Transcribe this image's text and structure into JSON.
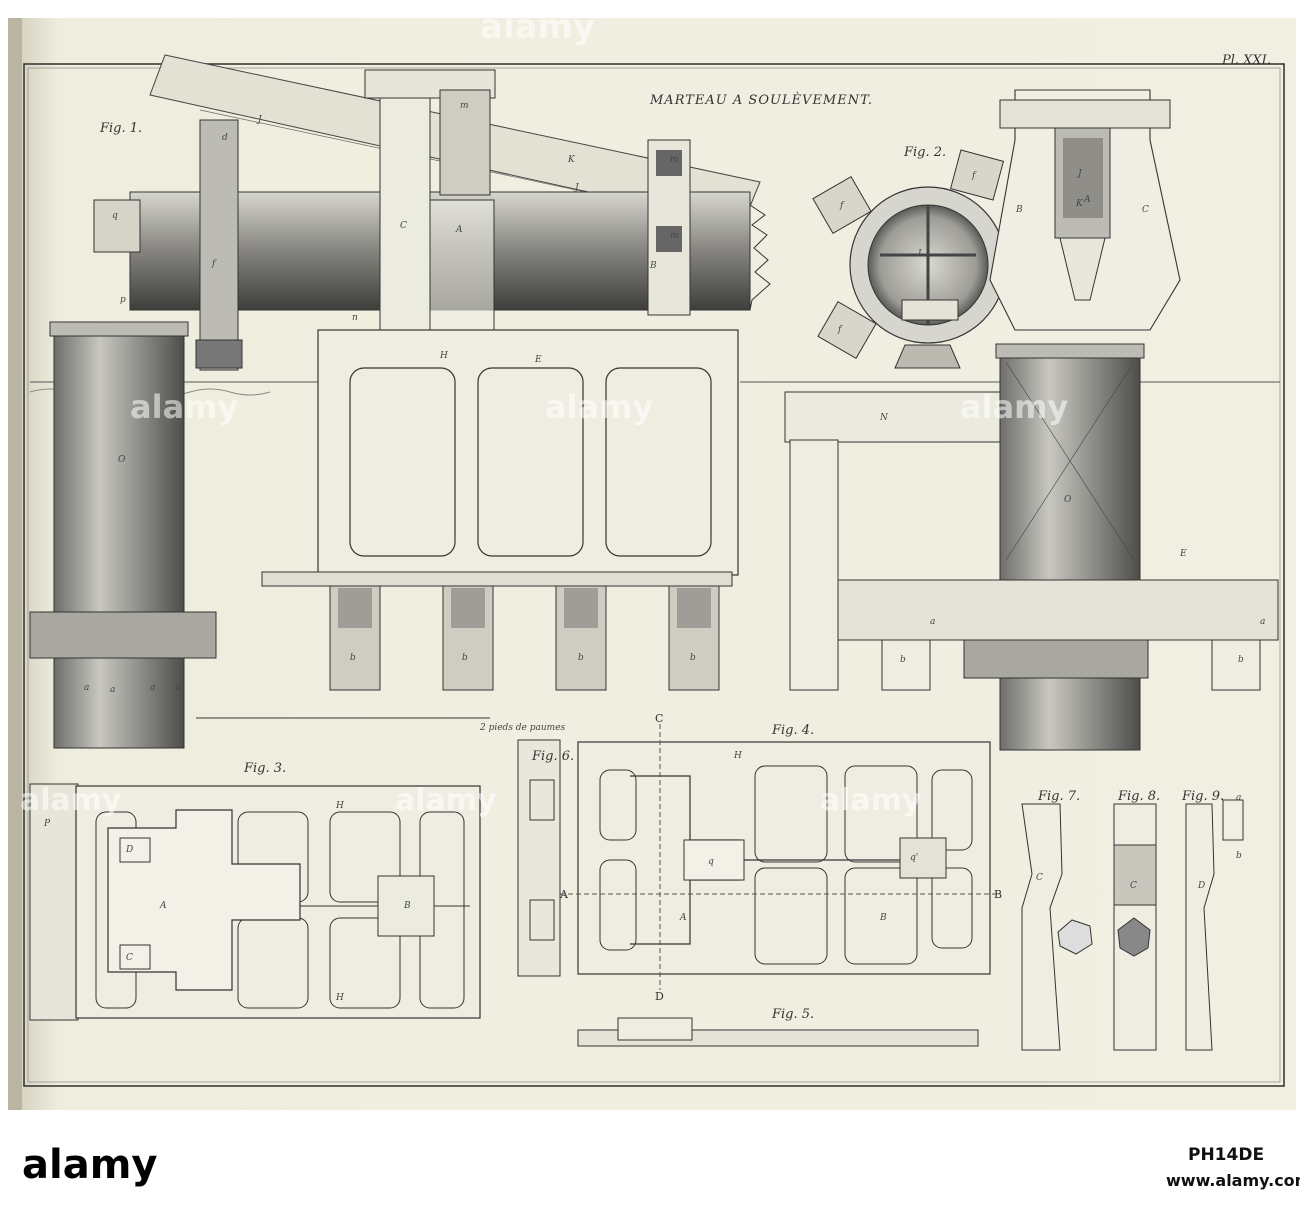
{
  "plate": {
    "title": "MARTEAU A SOULÈVEMENT.",
    "plate_number": "Pl. XXI.",
    "figures": [
      "Fig. 1.",
      "Fig. 2.",
      "Fig. 3.",
      "Fig. 4.",
      "Fig. 5.",
      "Fig. 6.",
      "Fig. 7.",
      "Fig. 8.",
      "Fig. 9."
    ],
    "scale_caption": "2 pieds de paumes",
    "section_letters": {
      "a": "A",
      "b": "B",
      "c": "C",
      "d": "D"
    },
    "part_labels": {
      "fig1": [
        "J",
        "K",
        "J",
        "C",
        "A",
        "B",
        "E",
        "H",
        "O",
        "f",
        "q",
        "d",
        "m",
        "m",
        "m",
        "n",
        "p",
        "a",
        "a",
        "a",
        "a",
        "b",
        "b",
        "b",
        "b"
      ],
      "fig2": [
        "J",
        "K",
        "C",
        "A",
        "B",
        "L",
        "N",
        "O",
        "E",
        "f",
        "f",
        "f",
        "a",
        "a",
        "b",
        "b"
      ],
      "fig3": [
        "A",
        "B",
        "H",
        "H",
        "P",
        "D",
        "C"
      ],
      "fig4": [
        "H",
        "q",
        "q'",
        "A",
        "B"
      ],
      "fig7_9": [
        "C",
        "C",
        "D",
        "a",
        "b"
      ]
    }
  },
  "watermark": {
    "text": "alamy",
    "stock_id": "PH14DE",
    "footer_url": "www.alamy.com"
  }
}
